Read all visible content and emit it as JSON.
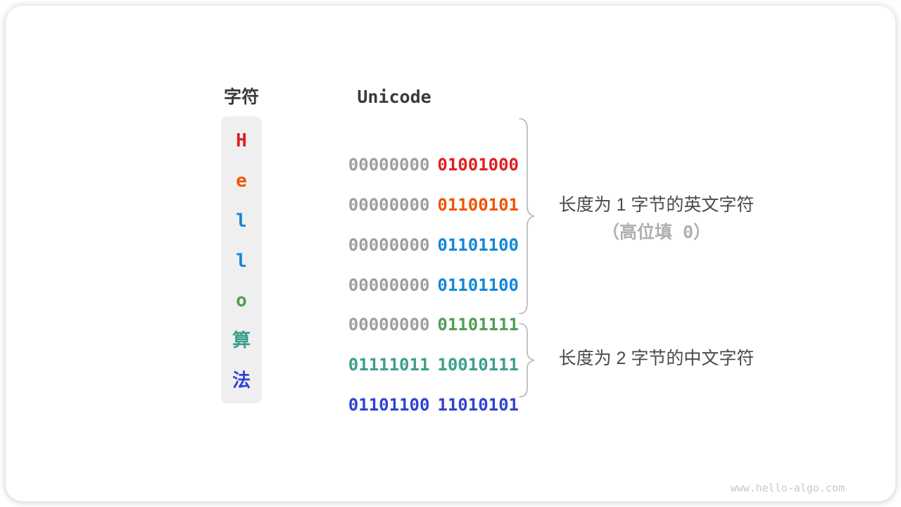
{
  "colors": {
    "gray_byte": "#9e9e9e",
    "header_text": "#3b3b3b",
    "annotation_text": "#4a4a4a",
    "annotation_muted": "#b0b0b0",
    "brace": "#b5b5b5",
    "char_column_bg": "#efefef",
    "red": "#e01f1f",
    "orange": "#ee5503",
    "blue": "#1287d8",
    "green": "#4f9e54",
    "teal": "#3b9e8e",
    "indigo": "#3143d0"
  },
  "table": {
    "headers": {
      "char": "字符",
      "unicode": "Unicode"
    },
    "rows": [
      {
        "char": "H",
        "color": "#e01f1f",
        "byte1": "00000000",
        "byte1_color": "#9e9e9e",
        "byte2": "01001000",
        "byte2_color": "#e01f1f"
      },
      {
        "char": "e",
        "color": "#ee5503",
        "byte1": "00000000",
        "byte1_color": "#9e9e9e",
        "byte2": "01100101",
        "byte2_color": "#ee5503"
      },
      {
        "char": "l",
        "color": "#1287d8",
        "byte1": "00000000",
        "byte1_color": "#9e9e9e",
        "byte2": "01101100",
        "byte2_color": "#1287d8"
      },
      {
        "char": "l",
        "color": "#1287d8",
        "byte1": "00000000",
        "byte1_color": "#9e9e9e",
        "byte2": "01101100",
        "byte2_color": "#1287d8"
      },
      {
        "char": "o",
        "color": "#4f9e54",
        "byte1": "00000000",
        "byte1_color": "#9e9e9e",
        "byte2": "01101111",
        "byte2_color": "#4f9e54"
      },
      {
        "char": "算",
        "color": "#3b9e8e",
        "byte1": "01111011",
        "byte1_color": "#3b9e8e",
        "byte2": "10010111",
        "byte2_color": "#3b9e8e"
      },
      {
        "char": "法",
        "color": "#3143d0",
        "byte1": "01101100",
        "byte1_color": "#3143d0",
        "byte2": "11010101",
        "byte2_color": "#3143d0"
      }
    ]
  },
  "annotations": {
    "group1_line1": "长度为 1 字节的英文字符",
    "group1_line2": "（高位填 0）",
    "group2_line1": "长度为 2 字节的中文字符"
  },
  "watermark": "www.hello-algo.com"
}
